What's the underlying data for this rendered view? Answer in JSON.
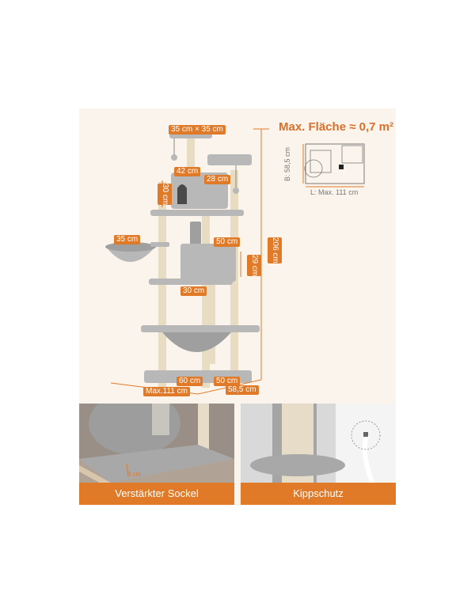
{
  "dimensions": {
    "top_platform": "35 cm × 35 cm",
    "house_width": "42 cm",
    "house_height": "30 cm",
    "bed_width": "28 cm",
    "basket_width": "35 cm",
    "box_width": "50 cm",
    "box_height": "29 cm",
    "hammock_width": "30 cm",
    "total_height": "206 cm",
    "base_width": "60 cm",
    "base_depth": "50 cm",
    "max_width": "Max.111 cm",
    "max_depth": "58,5 cm"
  },
  "area": {
    "title": "Max. Fläche ≈ 0,7 m²",
    "depth_label": "B: 58,5 cm",
    "length_label": "L: Max. 111 cm"
  },
  "photos": [
    {
      "caption": "Verstärkter Sockel",
      "thickness_label": "3 cm"
    },
    {
      "caption": "Kippschutz"
    }
  ],
  "colors": {
    "accent": "#e07a29",
    "background": "#fbf4ec",
    "plush": "#b8b8b8"
  }
}
